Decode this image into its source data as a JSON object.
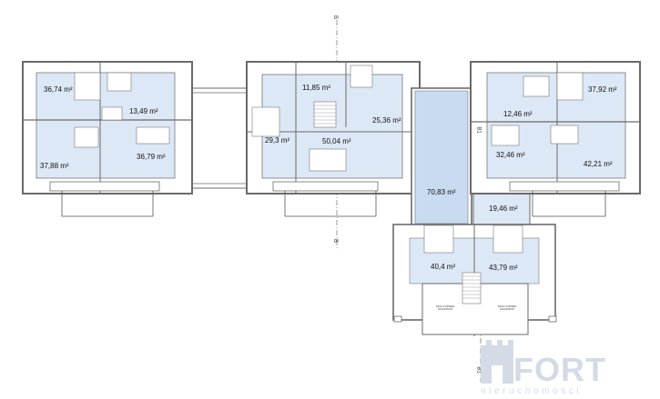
{
  "colors": {
    "wall": "#6a6a6a",
    "room_fill": "#dde8f6",
    "corridor_fill": "#c9dbf1",
    "terrace": "#ffffff",
    "logo_grey": "#d4dbe6"
  },
  "areas": {
    "a1": "36,74 m²",
    "a2": "13,49 m²",
    "a3": "37,88 m²",
    "a4": "36,79 m²",
    "a5": "11,85 m²",
    "a6": "25,36 m²",
    "a7": "29,3 m²",
    "a8": "50,04 m²",
    "a9": "70,83 m²",
    "a10": "37,92 m²",
    "a11": "12,46 m²",
    "a12": "32,46 m²",
    "a13": "42,21 m²",
    "a14": "19,46 m²",
    "a15": "40,4 m²",
    "a16": "43,79 m²"
  },
  "section_marks": {
    "top": "B",
    "mid": "B",
    "right_b1": "B1",
    "bottom_b1": "B1"
  },
  "small_notes": {
    "left": "DACH Z OKNEM DACHOWYM",
    "right": "DACH Z OKNEM DACHOWYM"
  },
  "logo": {
    "word": "FORT",
    "tagline": "nieruchomości"
  }
}
